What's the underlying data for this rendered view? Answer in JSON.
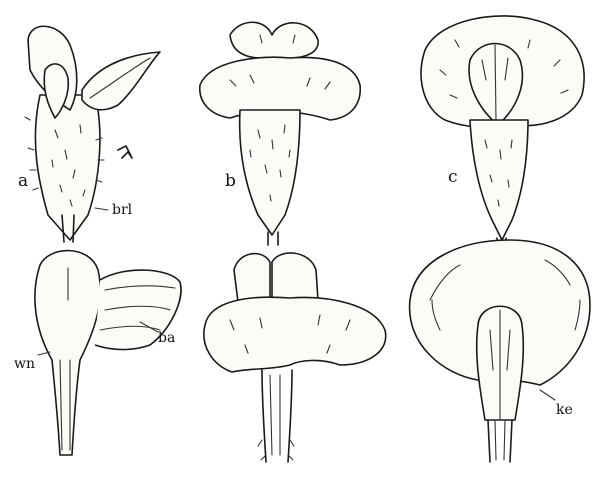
{
  "figure": {
    "panel_labels": {
      "a": "a",
      "b": "b",
      "c": "c"
    },
    "part_labels": {
      "bracteole": "brl",
      "wing": "wn",
      "banner": "ba",
      "keel": "ke"
    },
    "ink_color": "#1a1a1a",
    "paper_color": "#ffffff"
  }
}
